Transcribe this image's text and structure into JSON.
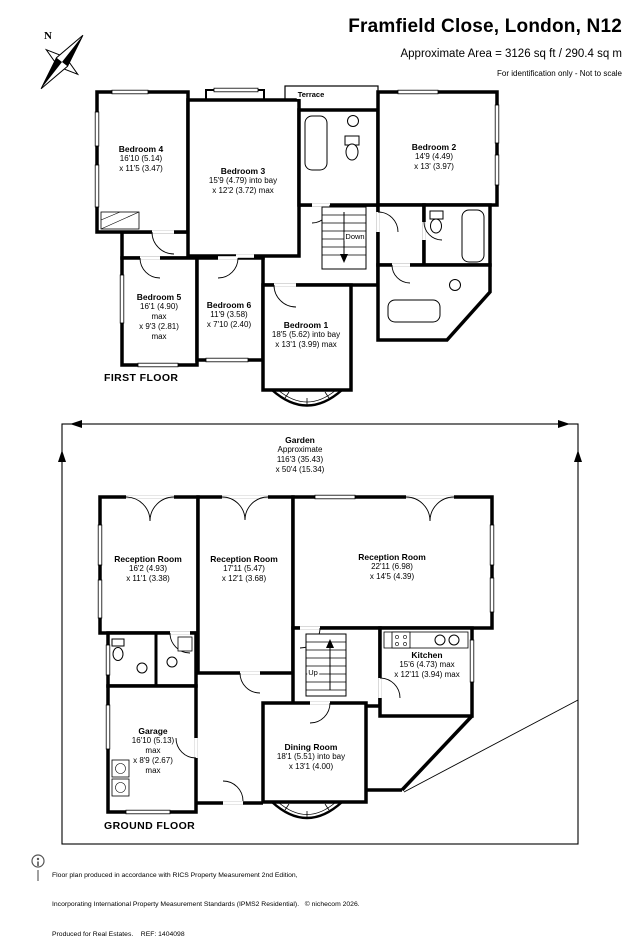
{
  "header": {
    "title": "Framfield Close, London, N12",
    "area_line": "Approximate Area = 3126 sq ft / 290.4 sq m",
    "disclaimer": "For identification only - Not to scale"
  },
  "compass": {
    "north_label": "N"
  },
  "first_floor": {
    "floor_label": "FIRST FLOOR",
    "terrace_label": "Terrace",
    "stairs_label": "Down",
    "rooms": {
      "bedroom4": {
        "name": "Bedroom 4",
        "dims": "16'10 (5.14)\nx 11'5 (3.47)"
      },
      "bedroom3": {
        "name": "Bedroom 3",
        "dims": "15'9 (4.79) into bay\nx 12'2 (3.72) max"
      },
      "bedroom2": {
        "name": "Bedroom 2",
        "dims": "14'9 (4.49)\nx 13' (3.97)"
      },
      "bedroom5": {
        "name": "Bedroom 5",
        "dims": "16'1 (4.90)\nmax\nx 9'3 (2.81)\nmax"
      },
      "bedroom6": {
        "name": "Bedroom 6",
        "dims": "11'9 (3.58)\nx 7'10 (2.40)"
      },
      "bedroom1": {
        "name": "Bedroom 1",
        "dims": "18'5 (5.62) into bay\nx 13'1 (3.99) max"
      }
    }
  },
  "ground_floor": {
    "floor_label": "GROUND FLOOR",
    "stairs_label": "Up",
    "garden": {
      "name": "Garden",
      "dims": "Approximate\n116'3 (35.43)\nx 50'4 (15.34)"
    },
    "rooms": {
      "reception1": {
        "name": "Reception Room",
        "dims": "16'2 (4.93)\nx 11'1 (3.38)"
      },
      "reception2": {
        "name": "Reception Room",
        "dims": "17'11 (5.47)\nx 12'1 (3.68)"
      },
      "reception3": {
        "name": "Reception Room",
        "dims": "22'11 (6.98)\nx 14'5 (4.39)"
      },
      "kitchen": {
        "name": "Kitchen",
        "dims": "15'6 (4.73) max\nx 12'11 (3.94) max"
      },
      "garage": {
        "name": "Garage",
        "dims": "16'10 (5.13)\nmax\nx 8'9 (2.67)\nmax"
      },
      "dining": {
        "name": "Dining Room",
        "dims": "18'1 (5.51) into bay\nx 13'1 (4.00)"
      }
    }
  },
  "footer": {
    "line1": "Floor plan produced in accordance with RICS Property Measurement 2nd Edition,",
    "line2": "Incorporating International Property Measurement Standards (IPMS2 Residential).   © nichecom 2026.",
    "line3": "Produced for Real Estates.    REF: 1404098"
  }
}
